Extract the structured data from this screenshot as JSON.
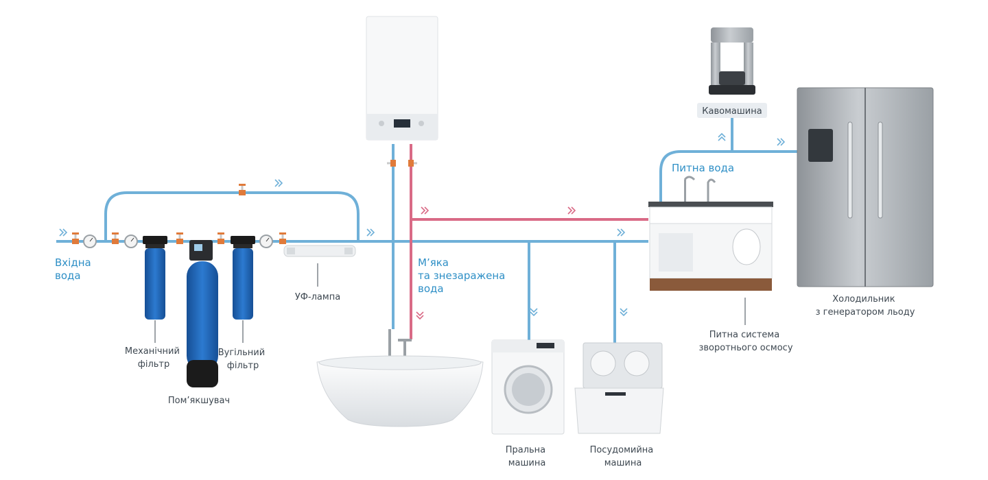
{
  "colors": {
    "cold_pipe": "#6fb0d8",
    "hot_pipe": "#d96a86",
    "label_blue": "#2e8fc6",
    "label_gray": "#3d4750",
    "filter_blue": "#1f66b8",
    "valve_orange": "#e07a3a"
  },
  "labels": {
    "input_water": [
      "Вхідна",
      "вода"
    ],
    "mech_filter": [
      "Механічний",
      "фільтр"
    ],
    "softener": "Пом’якшувач",
    "carbon_filter": [
      "Вугільний",
      "фільтр"
    ],
    "uv_lamp": "УФ-лампа",
    "soft_water": [
      "М’яка",
      "та знезаражена",
      "вода"
    ],
    "drinking_water": "Питна вода",
    "coffee_machine": "Кавомашина",
    "fridge": [
      "Холодильник",
      "з генератором льоду"
    ],
    "ro_system": [
      "Питна система",
      "зворотнього осмосу"
    ],
    "washing_machine": [
      "Пральна",
      "машина"
    ],
    "dishwasher": [
      "Посудомийна",
      "машина"
    ]
  },
  "icons": [
    "chevron-double-right-icon",
    "chevron-double-down-icon",
    "chevron-double-up-icon",
    "valve-icon",
    "pressure-gauge-icon"
  ]
}
